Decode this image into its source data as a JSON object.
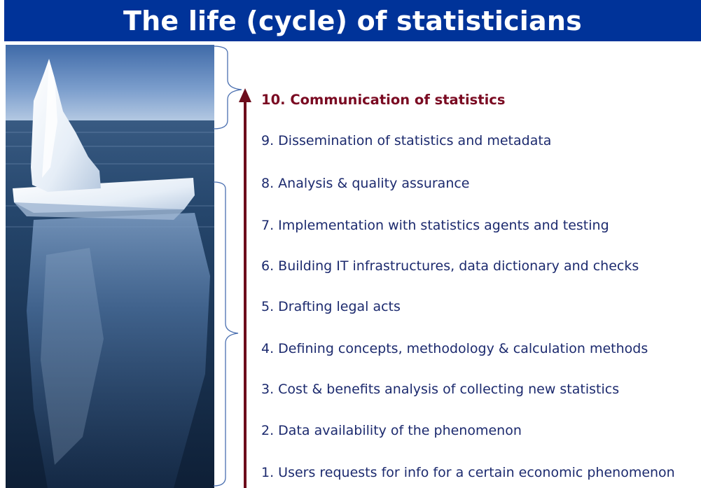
{
  "title": "The life (cycle) of statisticians",
  "colors": {
    "title_bar": "#003399",
    "step_text": "#1c2a6e",
    "highlight_text": "#7a0a22",
    "arrow": "#6d0d1c",
    "brace": "#4a6fb0"
  },
  "image": {
    "icon": "iceberg-photo"
  },
  "steps": [
    {
      "label": "10. Communication of statistics",
      "highlight": true
    },
    {
      "label": "9.  Dissemination of statistics and metadata"
    },
    {
      "label": "8.  Analysis & quality assurance"
    },
    {
      "label": "7.  Implementation with statistics agents and testing"
    },
    {
      "label": "6.  Building IT infrastructures, data dictionary and checks"
    },
    {
      "label": "5.  Drafting legal acts"
    },
    {
      "label": "4.  Defining concepts, methodology & calculation methods"
    },
    {
      "label": "3.  Cost & benefits analysis of collecting new statistics"
    },
    {
      "label": "2.  Data availability of the phenomenon"
    },
    {
      "label": "1.  Users requests for info for a certain economic phenomenon"
    }
  ]
}
